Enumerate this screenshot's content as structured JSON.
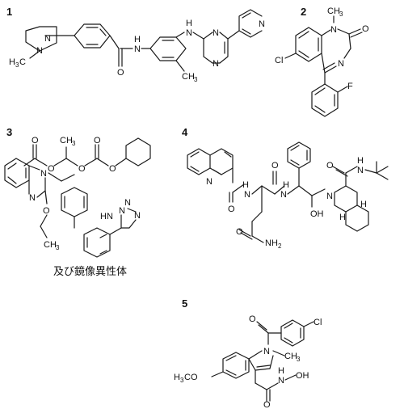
{
  "compounds": [
    {
      "number": "1",
      "atoms": {
        "n_pip_top": "N",
        "n_pip_bot": "N",
        "h3c": "H",
        "h3c_3": "3",
        "h3c_c": "C",
        "amide_o": "O",
        "amide_h": "H",
        "amide_n": "N",
        "link_h": "H",
        "link_n": "N",
        "pym_n1": "N",
        "pym_n2": "N",
        "pyr_n": "N",
        "me_c": "CH",
        "me_3": "3"
      }
    },
    {
      "number": "2",
      "atoms": {
        "n1": "N",
        "me": "CH",
        "me_3": "3",
        "o": "O",
        "n4": "N",
        "cl": "Cl",
        "f": "F"
      }
    },
    {
      "number": "3",
      "atoms": {
        "o_carbonyl1": "O",
        "o_ester1": "O",
        "ch3": "CH",
        "ch3_3": "3",
        "o_ester2": "O",
        "o_carbonyl2": "O",
        "o_ester3": "O",
        "n_bzim1": "N",
        "n_bzim2": "N",
        "o_ethoxy": "O",
        "eth_ch3": "CH",
        "eth_3": "3",
        "tz_n1": "N",
        "tz_n2": "N",
        "tz_n3": "N",
        "tz_h": "H",
        "tz_n4": "N"
      },
      "note": "及び鏡像異性体"
    },
    {
      "number": "4",
      "atoms": {
        "n_quin": "N",
        "o1": "O",
        "nh1_h": "H",
        "nh1_n": "N",
        "o2": "O",
        "nh2_h": "H",
        "nh2_n": "N",
        "o3": "O",
        "nh2_amide": "NH",
        "nh2_2": "2",
        "oh": "OH",
        "n_ring": "N",
        "o4": "O",
        "h_right": "H",
        "n_right": "N",
        "h_ring1": "H",
        "h_ring2": "H"
      }
    },
    {
      "number": "5",
      "atoms": {
        "o_benz": "O",
        "cl": "Cl",
        "n_ind": "N",
        "ch3": "CH",
        "ch3_3": "3",
        "h3co_h": "H",
        "h3co_3": "3",
        "h3co_co": "CO",
        "h_n": "H",
        "n": "N",
        "oh": "OH",
        "o": "O"
      }
    }
  ]
}
